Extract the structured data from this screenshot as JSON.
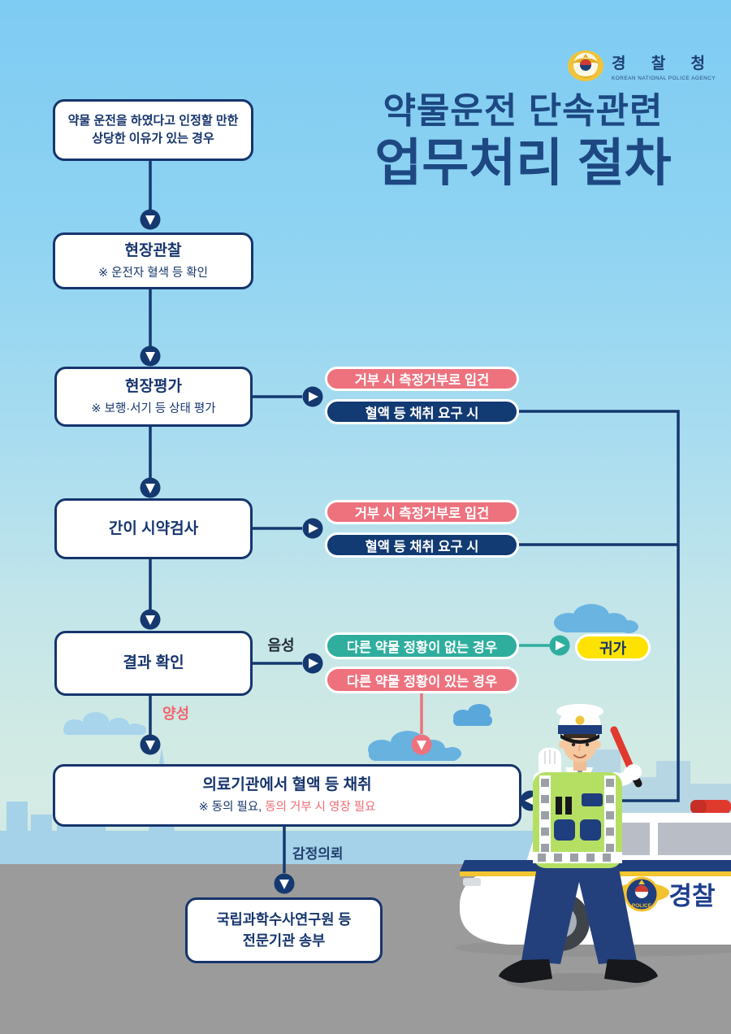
{
  "header": {
    "agency_name_kr": "경 찰 청",
    "agency_name_en": "KOREAN NATIONAL POLICE AGENCY",
    "title_line1": "약물운전 단속관련",
    "title_line2": "업무처리 절차"
  },
  "flowchart": {
    "start_condition": {
      "line1": "약물 운전을 하였다고 인정할 만한",
      "line2": "상당한 이유가 있는 경우"
    },
    "field_observation": {
      "title": "현장관찰",
      "note": "※ 운전자 혈색 등 확인"
    },
    "field_evaluation": {
      "title": "현장평가",
      "note": "※ 보행·서기 등 상태 평가"
    },
    "quick_drug_test": {
      "title": "간이 시약검사"
    },
    "result_check": {
      "title": "결과 확인"
    },
    "refusal_case": "거부 시 측정거부로 입건",
    "blood_request": "혈액 등 채취 요구 시",
    "negative_label": "음성",
    "positive_label": "양성",
    "no_other_drug_case": "다른 약물 정황이 없는 경우",
    "other_drug_case": "다른 약물 정황이 있는 경우",
    "go_home": "귀가",
    "blood_collection": {
      "title": "의료기관에서 혈액 등 채취",
      "note_prefix": "※ 동의 필요,",
      "note_warning": " 동의 거부 시 영장 필요"
    },
    "analysis_request_label": "감정의뢰",
    "final_step": {
      "line1": "국립과학수사연구원 등",
      "line2": "전문기관 송부"
    }
  },
  "illustration": {
    "car_text": "경찰",
    "car_emblem_text": "POLICE"
  },
  "colors": {
    "navy": "#16356d",
    "title_navy": "#1d4882",
    "pink": "#ed727e",
    "teal": "#2fae9e",
    "yellow": "#ffe200",
    "sky_top": "#7ecbf3",
    "sky_bottom": "#cfe9e4",
    "skyline": "#a5d2e8",
    "road": "#9b9b9b",
    "warning_red": "#ef6b74",
    "lightbar_red": "#e0392e"
  }
}
